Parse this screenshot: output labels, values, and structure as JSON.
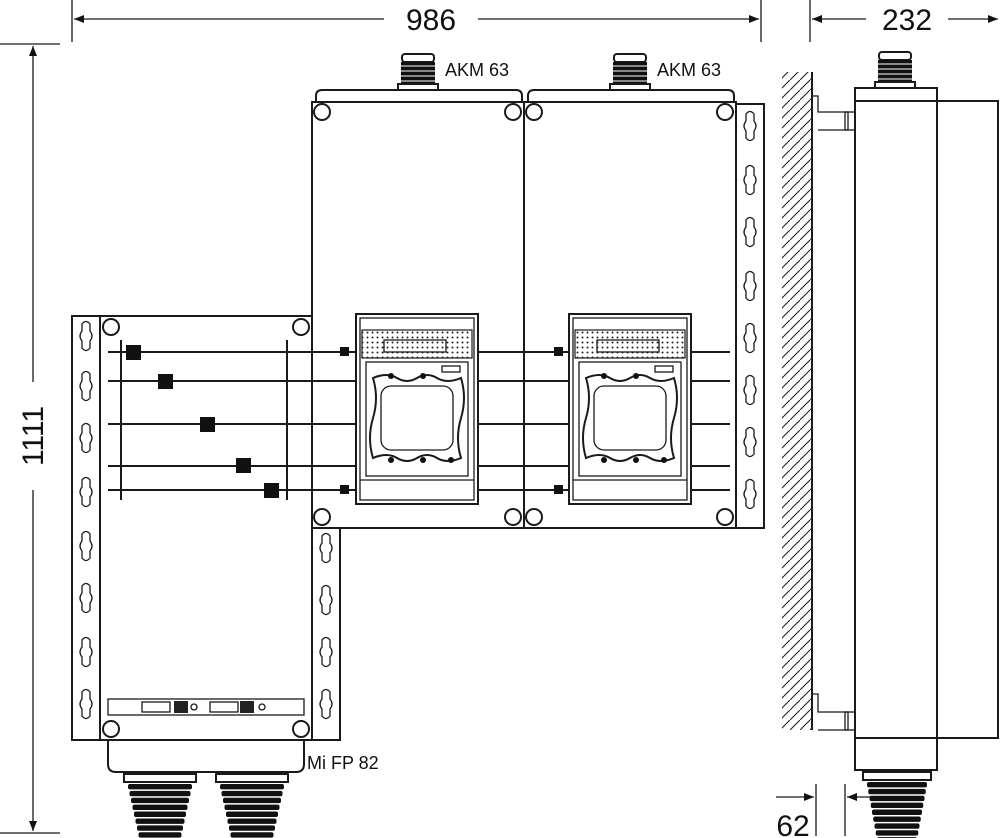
{
  "dimensions": {
    "width_total": "986",
    "depth": "232",
    "height_total": "1111",
    "wall_offset": "62"
  },
  "labels": {
    "gland_left": "AKM 63",
    "gland_right": "AKM 63",
    "base_unit": "Mi FP 82"
  }
}
